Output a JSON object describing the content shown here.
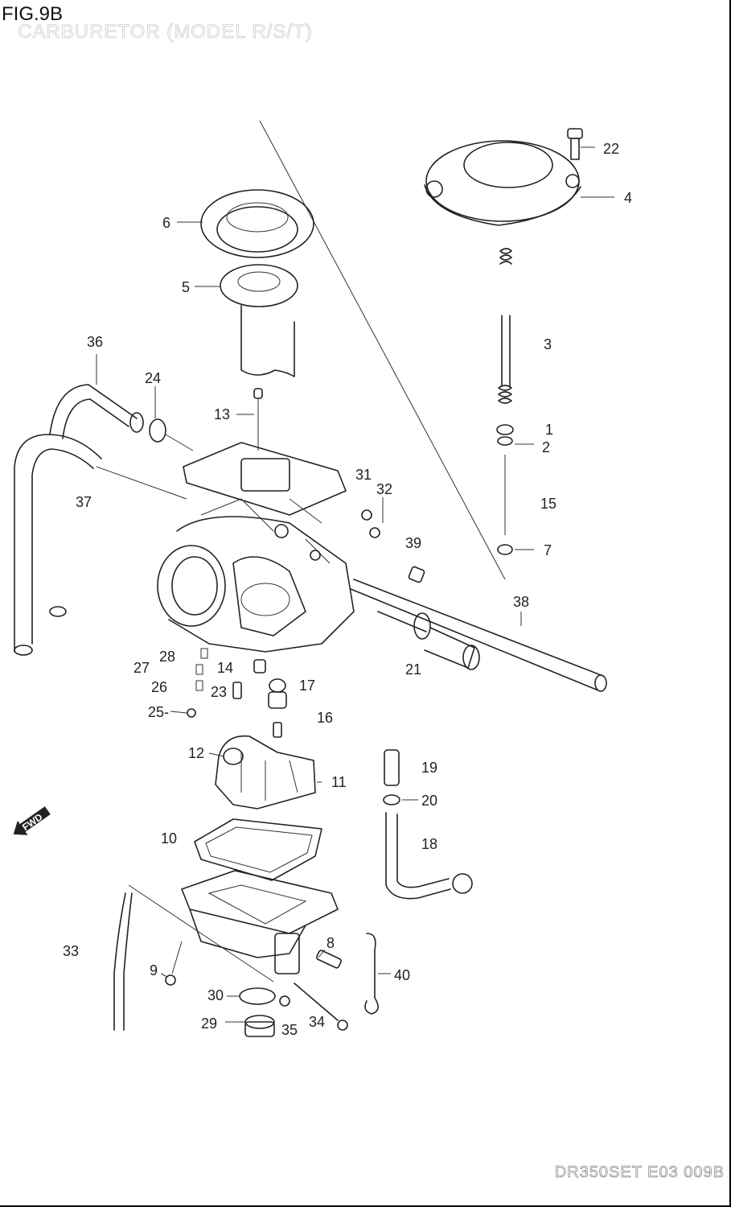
{
  "figure": {
    "title": "FIG.9B",
    "subtitle": "CARBURETOR (MODEL R/S/T)",
    "document_code": "DR350SET E03 009B",
    "direction_marker": "FWD"
  },
  "callouts": [
    {
      "id": "c1",
      "text": "1"
    },
    {
      "id": "c2",
      "text": "2"
    },
    {
      "id": "c3",
      "text": "3"
    },
    {
      "id": "c4",
      "text": "4"
    },
    {
      "id": "c5",
      "text": "5"
    },
    {
      "id": "c6",
      "text": "6"
    },
    {
      "id": "c7",
      "text": "7"
    },
    {
      "id": "c8",
      "text": "8"
    },
    {
      "id": "c9",
      "text": "9"
    },
    {
      "id": "c10",
      "text": "10"
    },
    {
      "id": "c11",
      "text": "11"
    },
    {
      "id": "c12",
      "text": "12"
    },
    {
      "id": "c13",
      "text": "13"
    },
    {
      "id": "c14",
      "text": "14"
    },
    {
      "id": "c15",
      "text": "15"
    },
    {
      "id": "c16",
      "text": "16"
    },
    {
      "id": "c17",
      "text": "17"
    },
    {
      "id": "c18",
      "text": "18"
    },
    {
      "id": "c19",
      "text": "19"
    },
    {
      "id": "c20",
      "text": "20"
    },
    {
      "id": "c21",
      "text": "21"
    },
    {
      "id": "c22",
      "text": "22"
    },
    {
      "id": "c23",
      "text": "23"
    },
    {
      "id": "c24",
      "text": "24"
    },
    {
      "id": "c25",
      "text": "25-"
    },
    {
      "id": "c26",
      "text": "26"
    },
    {
      "id": "c27",
      "text": "27"
    },
    {
      "id": "c28",
      "text": "28"
    },
    {
      "id": "c29",
      "text": "29"
    },
    {
      "id": "c30",
      "text": "30"
    },
    {
      "id": "c31",
      "text": "31"
    },
    {
      "id": "c32",
      "text": "32"
    },
    {
      "id": "c33",
      "text": "33"
    },
    {
      "id": "c34",
      "text": "34"
    },
    {
      "id": "c35",
      "text": "35"
    },
    {
      "id": "c36",
      "text": "36"
    },
    {
      "id": "c37",
      "text": "37"
    },
    {
      "id": "c38",
      "text": "38"
    },
    {
      "id": "c39",
      "text": "39"
    },
    {
      "id": "c40",
      "text": "40"
    }
  ]
}
